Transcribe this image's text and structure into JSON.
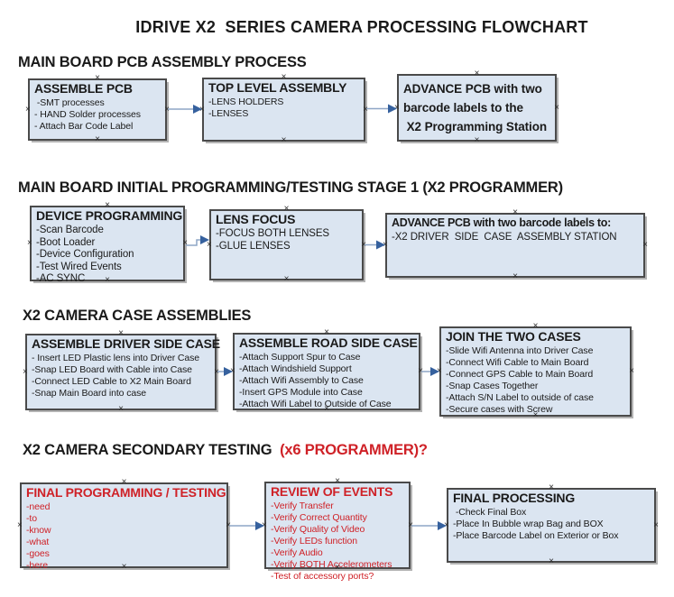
{
  "title": "IDRIVE X2  SERIES CAMERA PROCESSING FLOWCHART",
  "theme": {
    "background": "#ffffff",
    "text": "#1a1a1a",
    "box_fill": "#dbe5f1",
    "box_border": "#4a4a4a",
    "shadow": "#b3b3b3",
    "red_text": "#cf2127",
    "arrow_line": "#8ea6c6",
    "arrow_head": "#36619e"
  },
  "sections": [
    {
      "heading": "MAIN BOARD PCB ASSEMBLY PROCESS",
      "heading_red": "",
      "boxes": [
        {
          "title": "ASSEMBLE PCB",
          "items": [
            " -SMT processes",
            "- HAND Solder processes",
            "- Attach Bar Code Label"
          ]
        },
        {
          "title": "TOP LEVEL ASSEMBLY",
          "items": [
            "-LENS HOLDERS",
            "-LENSES"
          ]
        },
        {
          "title": "ADVANCE PCB with two\nbarcode labels to the\n X2 Programming Station",
          "items": []
        }
      ]
    },
    {
      "heading": "MAIN BOARD INITIAL PROGRAMMING/TESTING STAGE 1 (X2 PROGRAMMER)",
      "heading_red": "",
      "boxes": [
        {
          "title": "DEVICE PROGRAMMING",
          "items": [
            "-Scan Barcode",
            "-Boot Loader",
            "-Device Configuration",
            "-Test Wired Events",
            "-AC SYNC"
          ]
        },
        {
          "title": "LENS FOCUS",
          "items": [
            "-FOCUS BOTH LENSES",
            "-GLUE LENSES"
          ]
        },
        {
          "title": "ADVANCE PCB with two barcode labels to:",
          "items": [
            "-X2 DRIVER  SIDE  CASE  ASSEMBLY STATION"
          ]
        }
      ]
    },
    {
      "heading": "X2 CAMERA CASE ASSEMBLIES",
      "heading_red": "",
      "boxes": [
        {
          "title": "ASSEMBLE DRIVER SIDE CASE",
          "items": [
            "- Insert LED Plastic lens into Driver Case",
            "-Snap LED Board with Cable into Case",
            "-Connect LED Cable to X2 Main Board",
            "-Snap Main Board into case"
          ]
        },
        {
          "title": "ASSEMBLE ROAD SIDE CASE",
          "items": [
            "-Attach Support Spur to Case",
            "-Attach Windshield Support",
            "-Attach Wifi Assembly to Case",
            "-Insert GPS Module into Case",
            "-Attach Wifi Label to Outside of Case"
          ]
        },
        {
          "title": "JOIN THE TWO CASES",
          "items": [
            "-Slide Wifi Antenna into Driver Case",
            "-Connect Wifi Cable to Main Board",
            "-Connect GPS Cable to Main Board",
            "-Snap Cases Together",
            "-Attach S/N Label to outside of case",
            "-Secure cases with Screw"
          ]
        }
      ]
    },
    {
      "heading": "X2 CAMERA SECONDARY TESTING",
      "heading_red": "  (x6 PROGRAMMER)?",
      "boxes": [
        {
          "title": "FINAL PROGRAMMING / TESTING",
          "items": [
            "-need",
            "-to",
            "-know",
            "-what",
            "-goes",
            "-here"
          ]
        },
        {
          "title": "REVIEW OF EVENTS",
          "items": [
            "-Verify Transfer",
            "-Verify Correct Quantity",
            "-Verify Quality of Video",
            "-Verify LEDs function",
            "-Verify Audio",
            "-Verify BOTH Accelerometers",
            "-Test of accessory ports?"
          ]
        },
        {
          "title": "FINAL PROCESSING",
          "items": [
            " -Check Final Box",
            "-Place In Bubble wrap Bag and BOX",
            "-Place Barcode Label on Exterior or Box"
          ]
        }
      ]
    }
  ]
}
